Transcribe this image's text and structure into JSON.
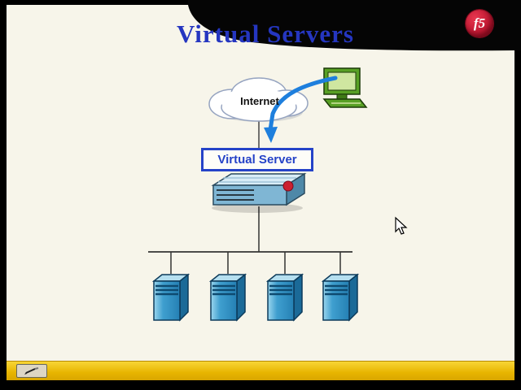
{
  "slide": {
    "title": "Virtual Servers",
    "logo_text": "f5",
    "internet_label": "Internet",
    "virtual_server_label": "Virtual Server"
  },
  "diagram": {
    "server_count": 4,
    "icons": {
      "cloud": "internet-cloud-icon",
      "workstation": "client-workstation-icon",
      "appliance": "bigip-load-balancer-icon",
      "server": "server-tower-icon",
      "cursor": "mouse-cursor-icon",
      "pen": "annotation-pen-icon",
      "logo": "f5-logo"
    }
  },
  "colors": {
    "title_blue": "#2536c0",
    "accent_blue": "#2543c8",
    "arrow_blue": "#1e7fdd",
    "server_blue": "#2f94c8",
    "bar_gold": "#e7b400",
    "logo_red": "#b50f2a",
    "slide_bg": "#f7f5ea"
  }
}
